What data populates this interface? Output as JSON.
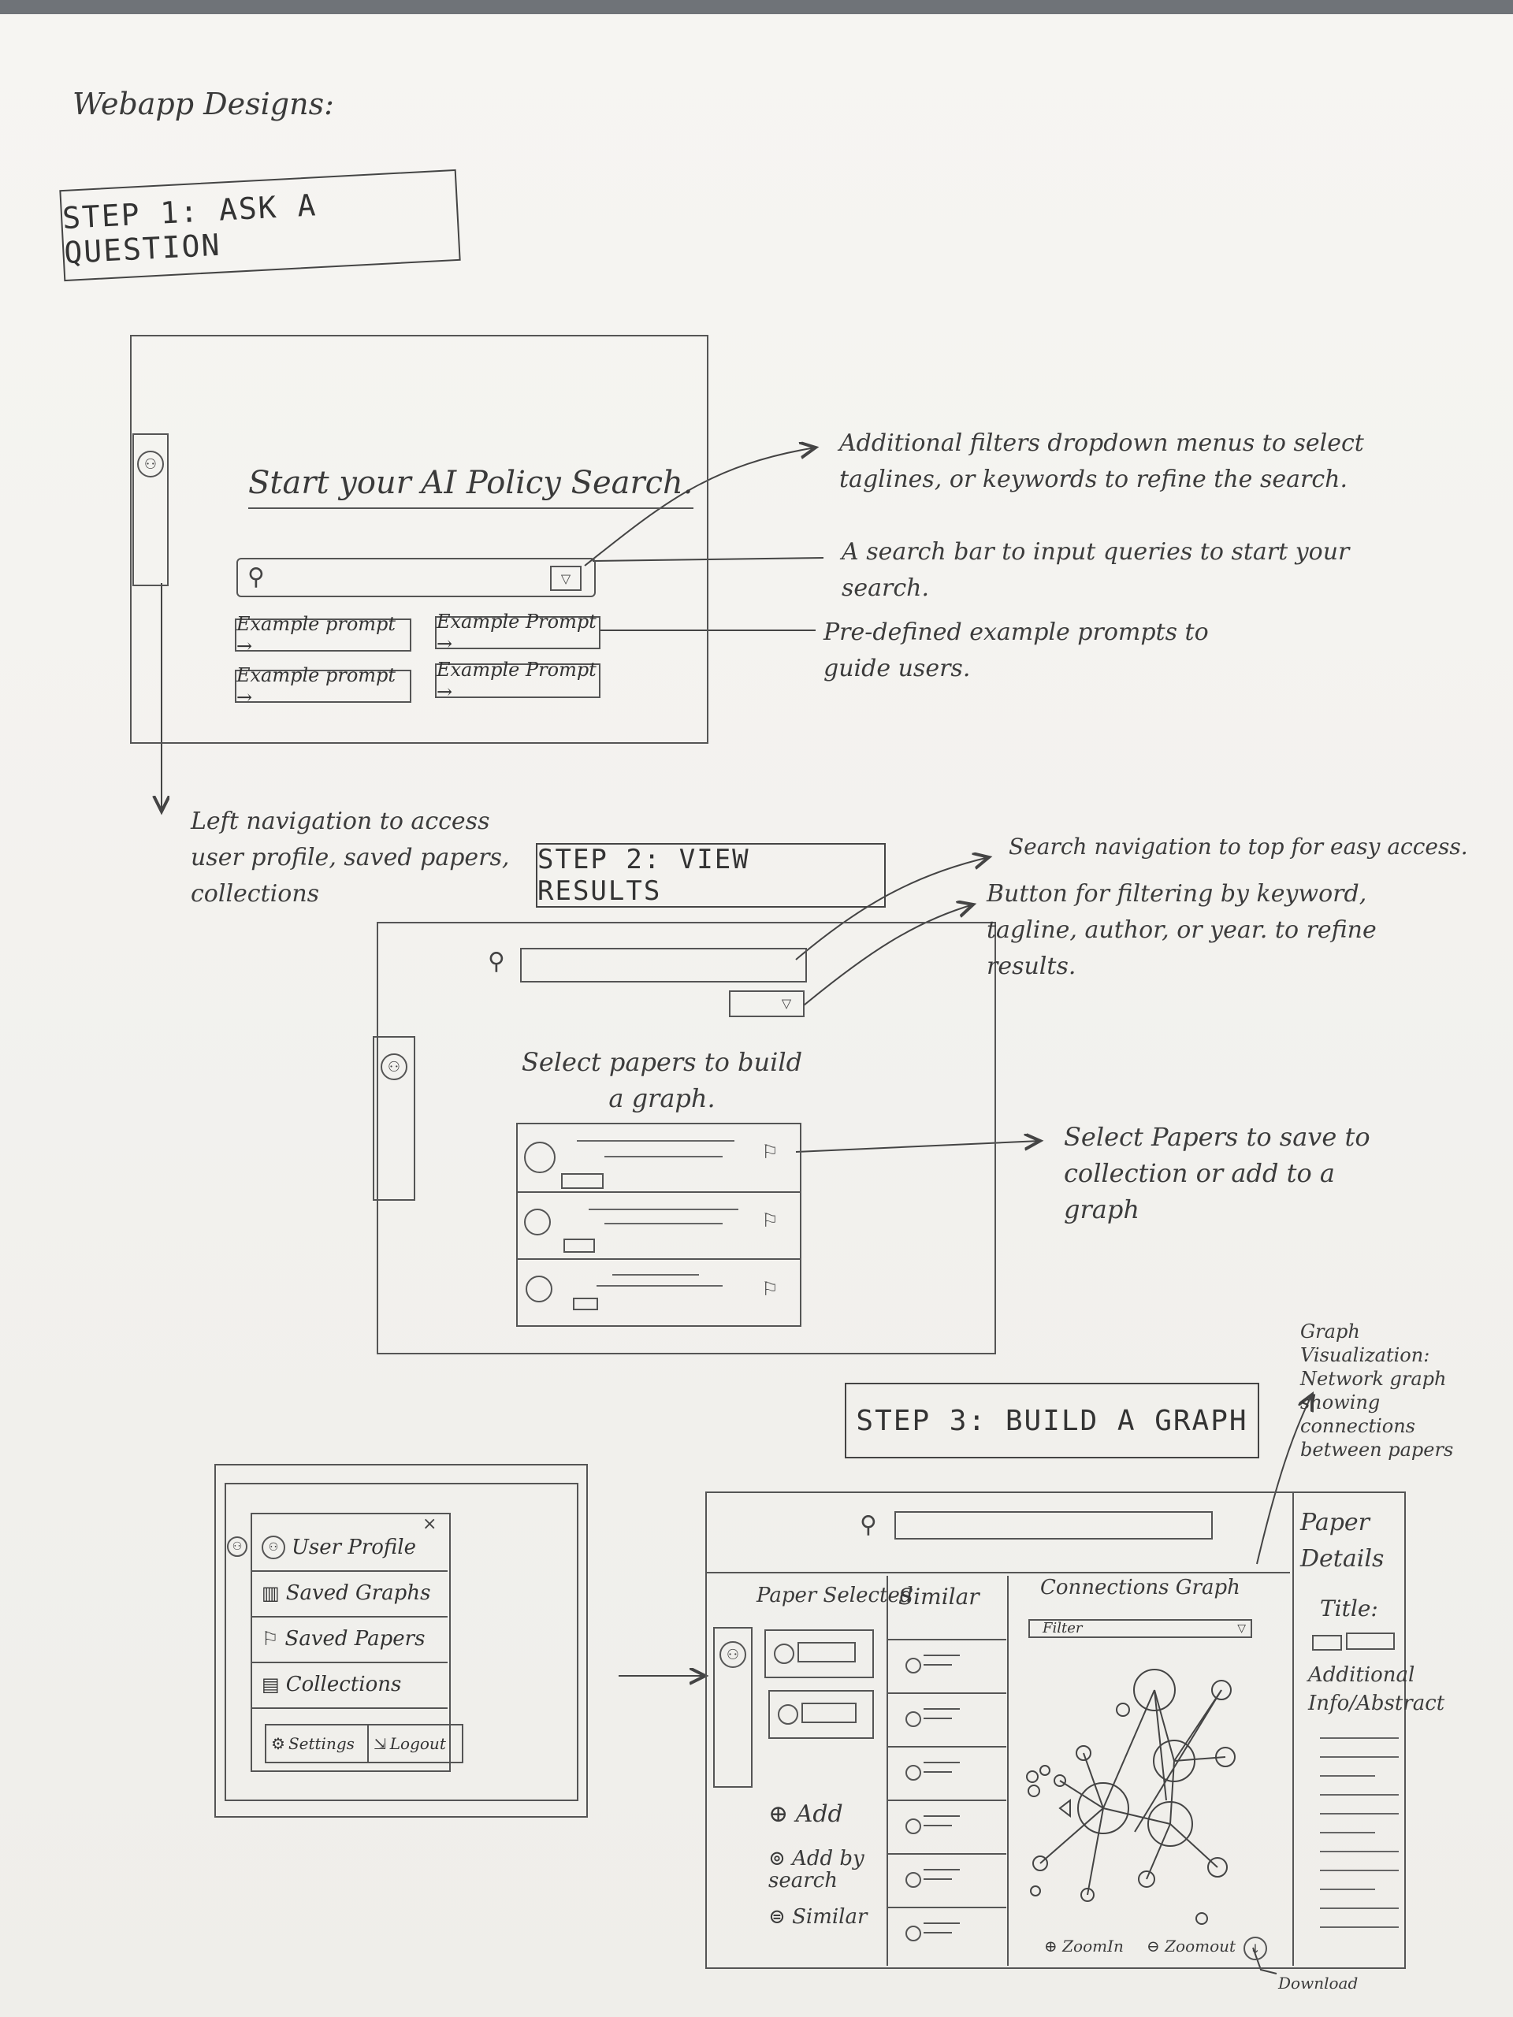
{
  "page_title": "Webapp Designs:",
  "steps": {
    "step1": "STEP 1: ASK A QUESTION",
    "step2": "STEP 2: VIEW RESULTS",
    "step3": "STEP 3: BUILD A GRAPH"
  },
  "step1_mockup": {
    "heading": "Start your AI Policy Search.",
    "prompts": [
      "Example prompt →",
      "Example Prompt →",
      "Example prompt →",
      "Example Prompt →"
    ]
  },
  "step1_notes": {
    "filters": "Additional filters dropdown menus to select taglines, or keywords to refine the search.",
    "searchbar": "A search bar to input queries to start your search.",
    "prompts": "Pre-defined example prompts to guide users.",
    "leftnav": "Left navigation to access user profile, saved papers, collections"
  },
  "step2_mockup": {
    "heading": "Select papers to build a graph."
  },
  "step2_notes": {
    "search_nav": "Search navigation to top for easy access.",
    "filter_button": "Button for filtering by keyword, tagline, author, or year. to refine results.",
    "select_papers": "Select Papers to save to collection or add to a graph"
  },
  "step3_menu": {
    "items": [
      "User Profile",
      "Saved Graphs",
      "Saved Papers",
      "Collections"
    ],
    "settings": "Settings",
    "logout": "Logout",
    "close": "×"
  },
  "step3_mockup": {
    "col_selected": "Paper Selected",
    "col_similar": "Similar",
    "col_graph": "Connections Graph",
    "filter": "Filter",
    "add": "Add",
    "add_by_search": "Add by search",
    "similar": "Similar",
    "zoom_in": "ZoomIn",
    "zoom_out": "Zoomout",
    "details_title": "Paper Details",
    "title_label": "Title:",
    "additional_info": "Additional Info/Abstract"
  },
  "step3_notes": {
    "graph_viz": "Graph Visualization: Network graph showing connections between papers",
    "download": "Download"
  },
  "colors": {
    "paper": "#f3f2ef",
    "ink": "#3a3a3a",
    "background": "#6f7378"
  }
}
